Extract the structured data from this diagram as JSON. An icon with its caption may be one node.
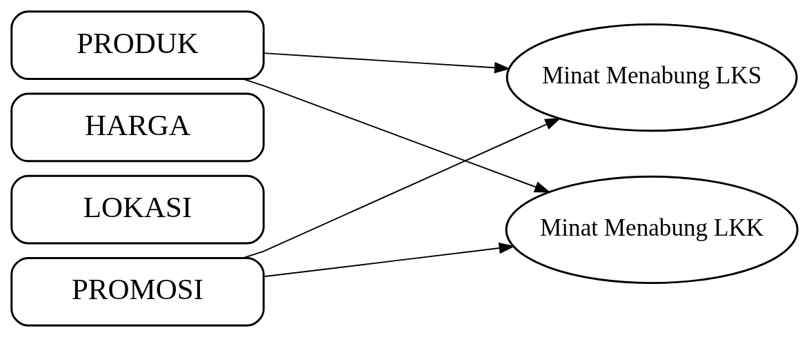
{
  "diagram": {
    "nodes": [
      {
        "text": [
          "PRODUK"
        ]
      },
      {
        "text": [
          "HARGA"
        ]
      },
      {
        "text": [
          "LOKASI"
        ]
      },
      {
        "text": [
          "PROMOSI"
        ]
      },
      {
        "text": [
          "Minat Menabung LKS"
        ]
      },
      {
        "text": [
          "Minat Menabung LKK"
        ]
      }
    ],
    "edges": [
      {
        "from": 0,
        "to": 4,
        "arrow": "to"
      },
      {
        "from": 3,
        "to": 4,
        "arrow": "to"
      },
      {
        "from": 0,
        "to": 5,
        "arrow": "to"
      },
      {
        "from": 3,
        "to": 5,
        "arrow": "to"
      }
    ]
  }
}
